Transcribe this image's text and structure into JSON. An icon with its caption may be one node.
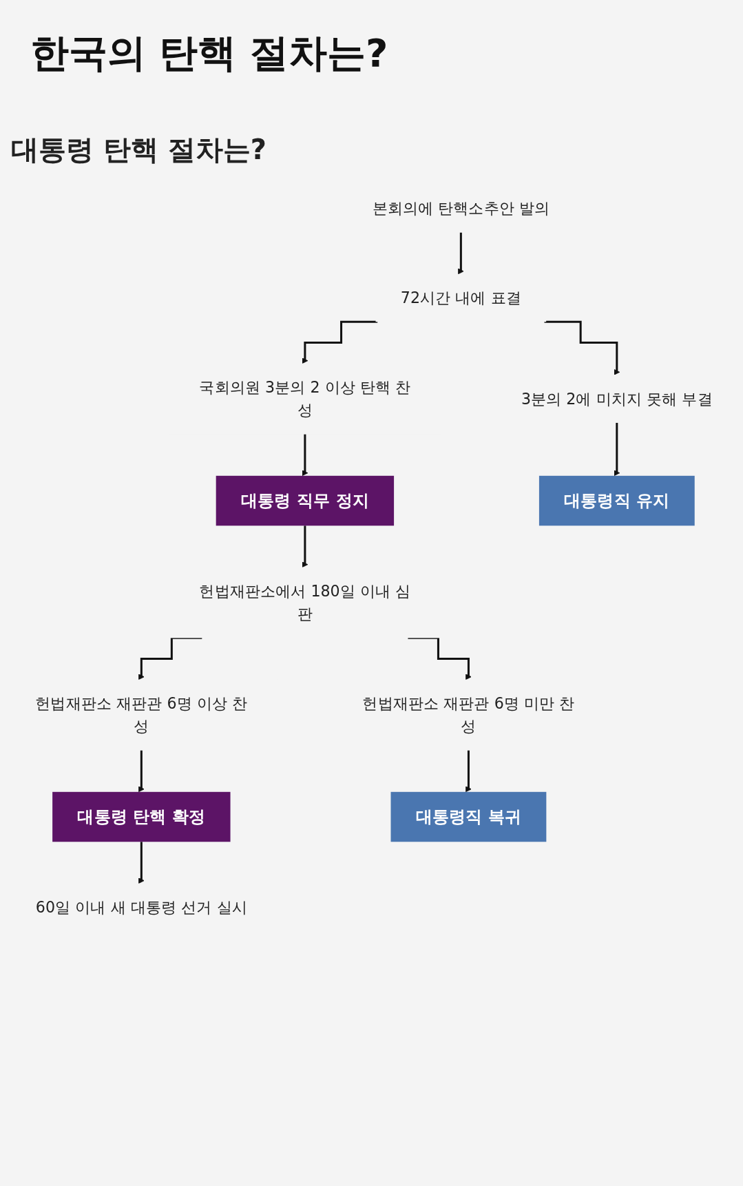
{
  "diagram": {
    "title": "한국의 탄핵 절차는?",
    "nodes": [
      {
        "text": [
          "본회의에 탄핵소추안 발의"
        ]
      },
      {
        "text": [
          "72시간 내에 표결"
        ]
      },
      {
        "text": [
          "국회의원 3분의 2 이상 탄핵 찬성"
        ]
      },
      {
        "text": [
          "3분의 2에 미치지 못해 부결"
        ]
      },
      {
        "text": [
          "대통령 직무 정지"
        ]
      },
      {
        "text": [
          "대통령직 유지"
        ]
      },
      {
        "text": [
          "헌법재판소에서 180일 이내 심판"
        ]
      },
      {
        "text": [
          "헌법재판소 재판관 6명 이상 찬성"
        ]
      },
      {
        "text": [
          "헌법재판소 재판관 6명 미만 찬성"
        ]
      },
      {
        "text": [
          "대통령 탄핵 확정"
        ]
      },
      {
        "text": [
          "대통령직 복귀"
        ]
      },
      {
        "text": [
          "60일 이내 새 대통령 선거 실시"
        ]
      }
    ],
    "edges": [
      {
        "from": 0,
        "to": 1,
        "arrow": "to"
      },
      {
        "from": 1,
        "to": 2,
        "arrow": "to"
      },
      {
        "from": 1,
        "to": 3,
        "arrow": "to"
      },
      {
        "from": 2,
        "to": 4,
        "arrow": "to"
      },
      {
        "from": 3,
        "to": 5,
        "arrow": "to"
      },
      {
        "from": 4,
        "to": 6,
        "arrow": "to"
      },
      {
        "from": 6,
        "to": 7,
        "arrow": "to"
      },
      {
        "from": 6,
        "to": 8,
        "arrow": "to"
      },
      {
        "from": 7,
        "to": 9,
        "arrow": "to"
      },
      {
        "from": 8,
        "to": 10,
        "arrow": "to"
      },
      {
        "from": 9,
        "to": 11,
        "arrow": "to"
      }
    ],
    "labels": [
      "대통령 탄핵 절차는?"
    ]
  }
}
